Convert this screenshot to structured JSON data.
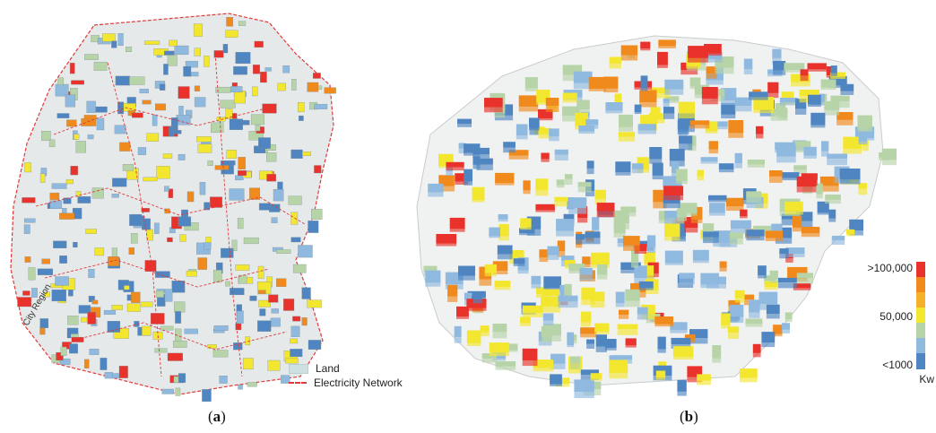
{
  "panel_a": {
    "caption_open": "(",
    "caption_letter": "a",
    "caption_close": ")",
    "region_label": "City Region",
    "legend": {
      "land": "Land",
      "network": "Electricity Network"
    }
  },
  "panel_b": {
    "caption_open": "(",
    "caption_letter": "b",
    "caption_close": ")",
    "scale": {
      "max_label": ">100,000",
      "mid_label": "50,000",
      "min_label": "<1000",
      "unit": "Kw"
    }
  },
  "colors": {
    "red": "#e8322b",
    "orange": "#f08a1c",
    "yellow": "#f2e62e",
    "pale_green": "#b7d4a8",
    "light_blue": "#8fb9de",
    "blue": "#4f86c2",
    "land": "#cfe0e2",
    "network": "#e0393b"
  }
}
